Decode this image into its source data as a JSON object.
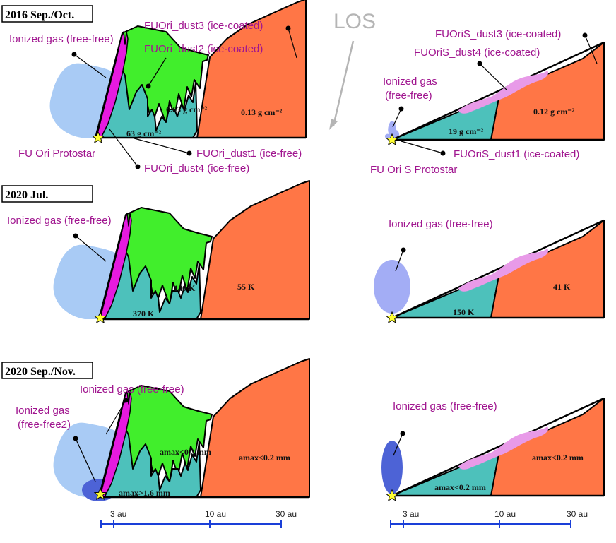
{
  "colors": {
    "ionized": "#a9cbf5",
    "ionized_s": "#a3adf5",
    "ionized_dark": "#4d63d6",
    "jet": "#e61adf",
    "green": "#41ee2c",
    "teal": "#4dc1bb",
    "orange": "#ff7646",
    "pink": "#e89ae8",
    "star": "#ffff33",
    "label": "#a0158f",
    "scale": "#1a3fd8",
    "los": "#b5b5b5"
  },
  "los": "LOS",
  "panels": [
    {
      "header": "2016 Sep./Oct.",
      "fuori": {
        "labels": {
          "ionized": "Ionized gas (free-free)",
          "dust3": "FUOri_dust3 (ice-coated)",
          "dust2": "FUOri_dust2 (ice-coated)",
          "dust1": "FUOri_dust1 (ice-free)",
          "dust4": "FUOri_dust4 (ice-free)",
          "protostar": "FU Ori  Protostar"
        },
        "values": {
          "green": "0.63 g cm⁻²",
          "teal": "63 g cm⁻²",
          "orange": "0.13 g cm⁻²"
        }
      },
      "fuoris": {
        "labels": {
          "dust3": "FUOriS_dust3 (ice-coated)",
          "dust4": "FUOriS_dust4 (ice-coated)",
          "ionized_line1": "Ionized gas",
          "ionized_line2": "(free-free)",
          "dust1": "FUOriS_dust1 (ice-coated)",
          "protostar": "FU Ori S  Protostar"
        },
        "values": {
          "teal": "19 g cm⁻²",
          "orange": "0.12 g cm⁻²"
        }
      }
    },
    {
      "header": "2020 Jul.",
      "fuori": {
        "labels": {
          "ionized": "Ionized gas (free-free)"
        },
        "values": {
          "green": "140 K",
          "teal": "370 K",
          "orange": "55 K"
        }
      },
      "fuoris": {
        "labels": {
          "ionized": "Ionized gas (free-free)"
        },
        "values": {
          "teal": "150 K",
          "orange": "41 K"
        }
      }
    },
    {
      "header": "2020 Sep./Nov.",
      "fuori": {
        "labels": {
          "ionized": "Ionized gas (free-free)",
          "ionized2_line1": "Ionized gas",
          "ionized2_line2": "(free-free2)"
        },
        "values": {
          "green": "amax<0.2 mm",
          "teal": "amax>1.6 mm",
          "orange": "amax<0.2 mm"
        }
      },
      "fuoris": {
        "labels": {
          "ionized": "Ionized gas (free-free)"
        },
        "values": {
          "teal": "amax<0.2 mm",
          "orange": "amax<0.2 mm"
        }
      }
    }
  ],
  "scale_ticks": [
    "3 au",
    "10 au",
    "30 au"
  ]
}
